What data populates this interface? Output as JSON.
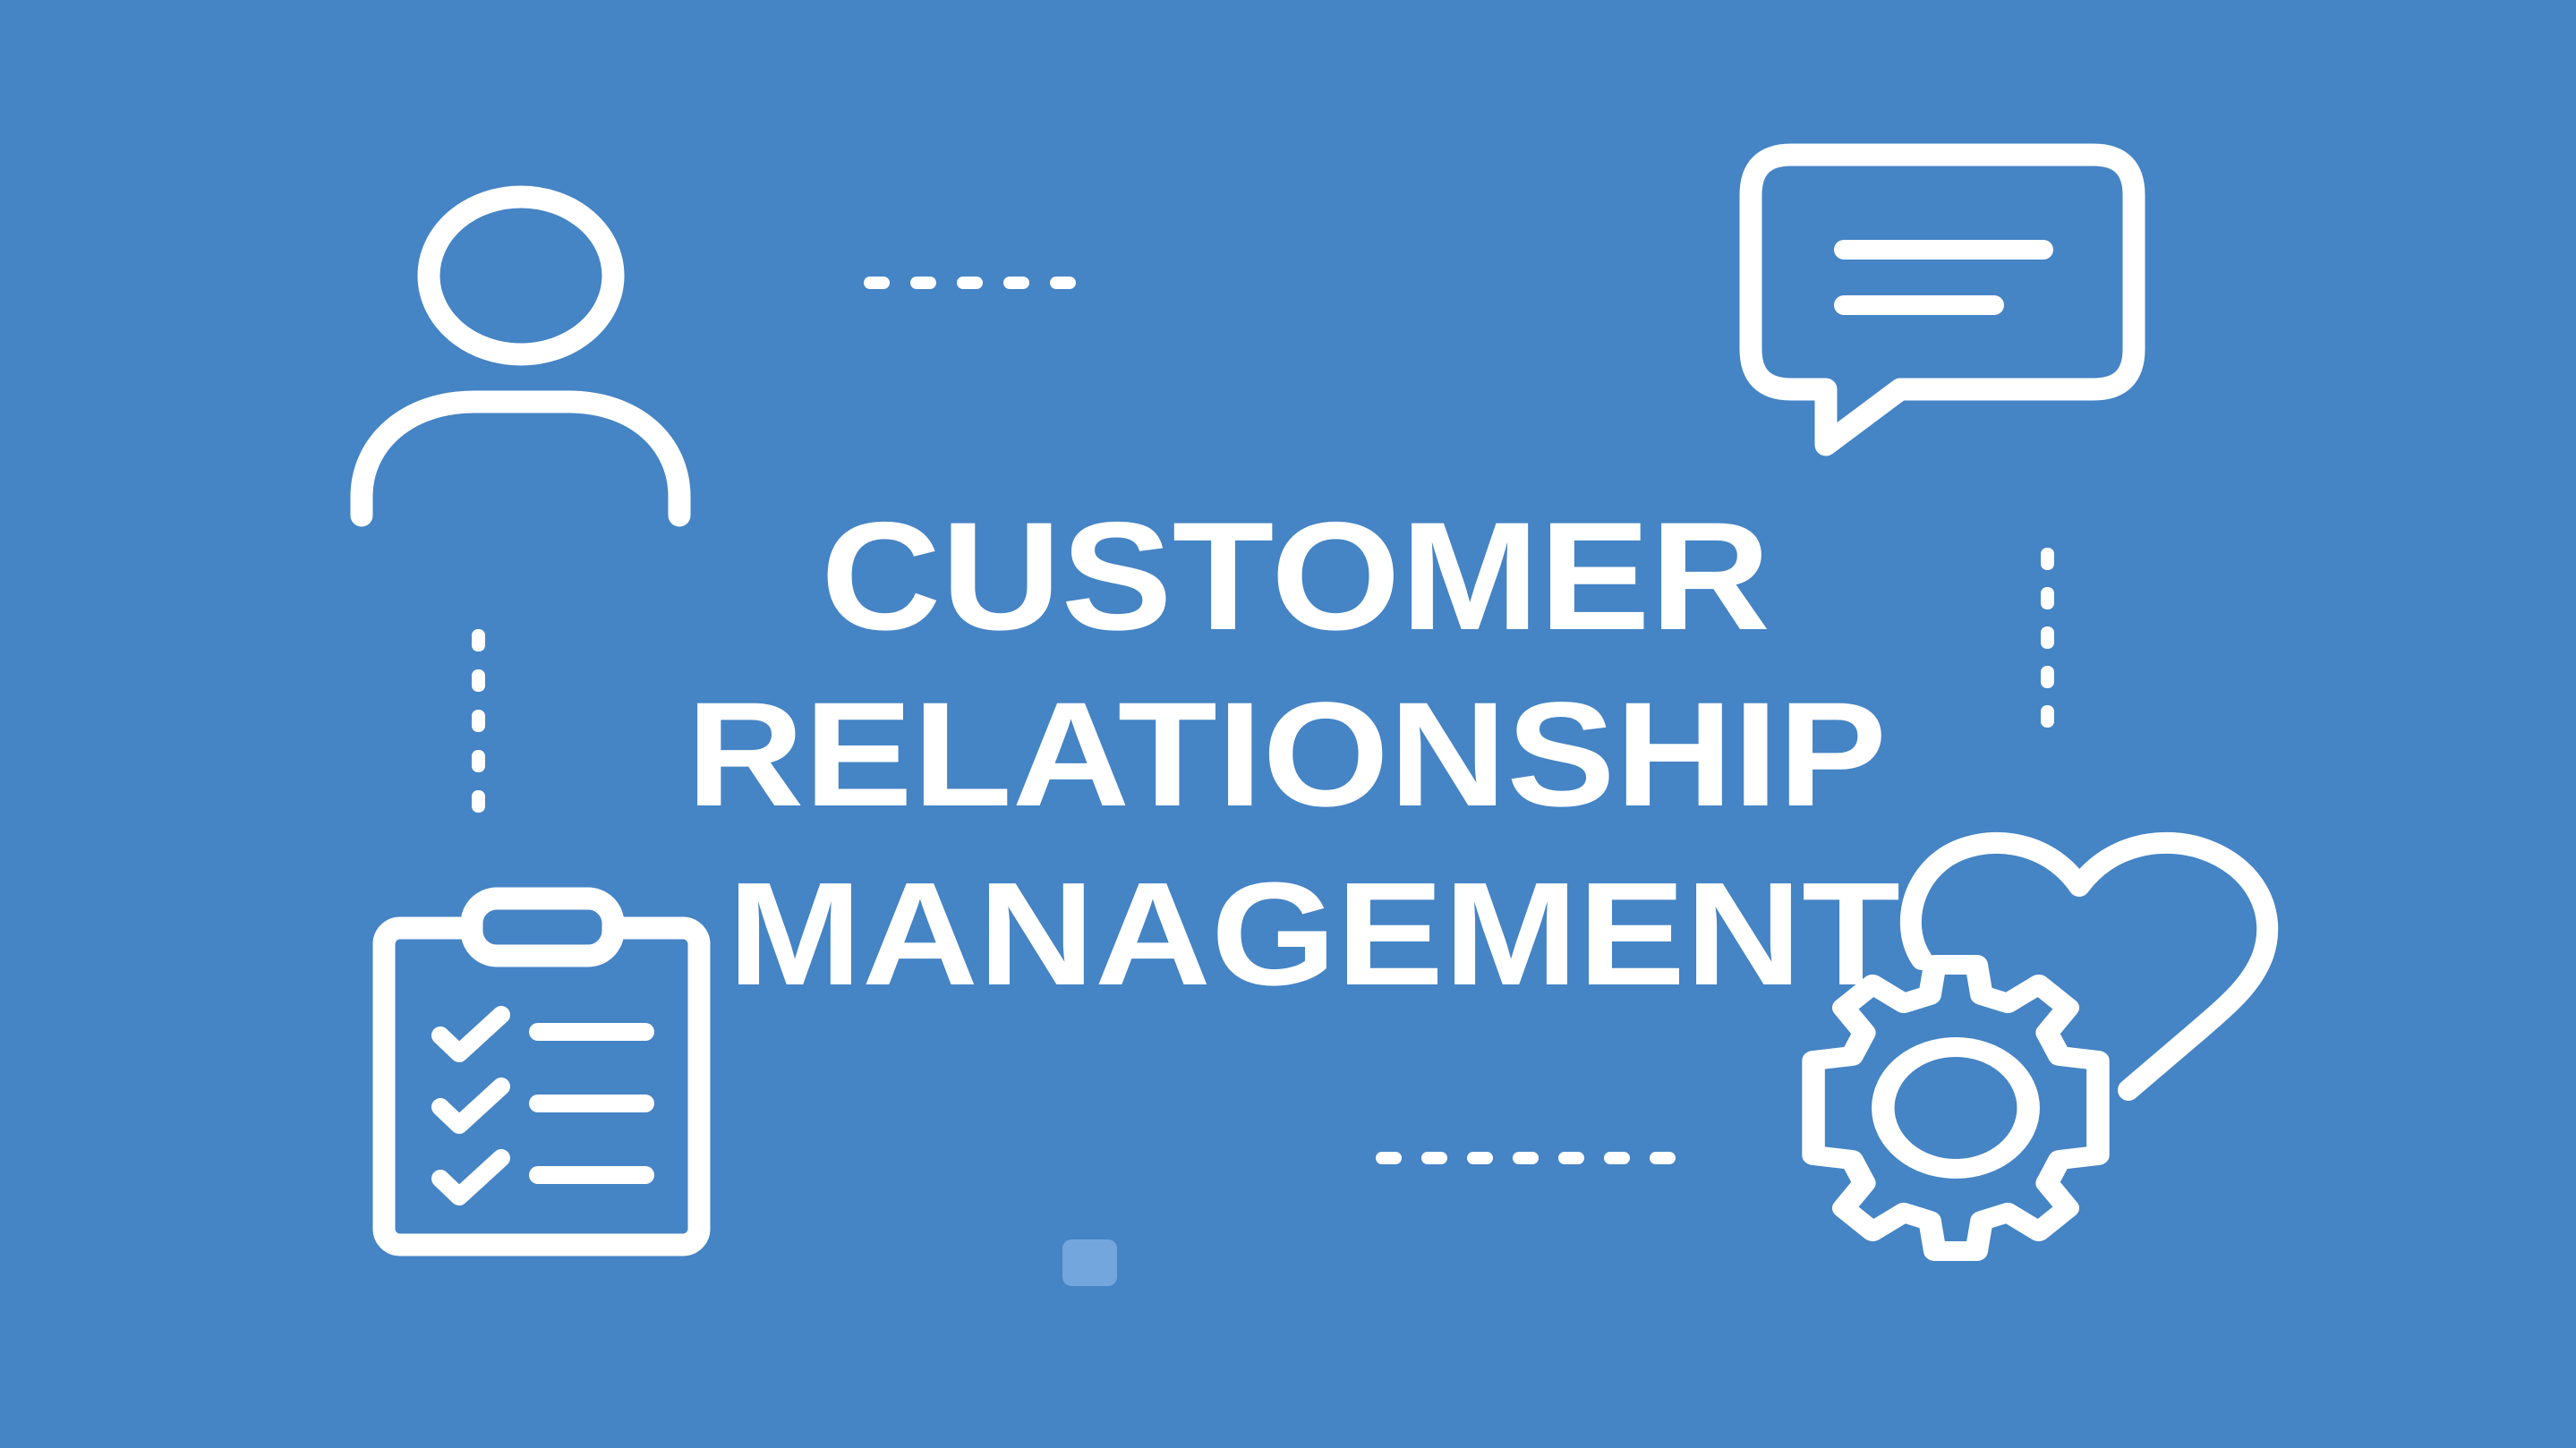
{
  "title": {
    "lines": [
      "CUSTOMER",
      "RELATIONSHIP",
      "MANAGEMENT"
    ]
  },
  "colors": {
    "background": "#4584c5",
    "foreground": "#ffffff",
    "badge": "#7aabdf"
  },
  "icons": [
    {
      "name": "person-icon",
      "position": "top-left"
    },
    {
      "name": "chat-bubble-icon",
      "position": "top-right"
    },
    {
      "name": "clipboard-checklist-icon",
      "position": "bottom-left"
    },
    {
      "name": "heart-gear-icon",
      "position": "bottom-right"
    }
  ],
  "connectors": {
    "top_dots": 5,
    "left_dots": 5,
    "right_dots": 5,
    "bottom_dots": 7
  }
}
